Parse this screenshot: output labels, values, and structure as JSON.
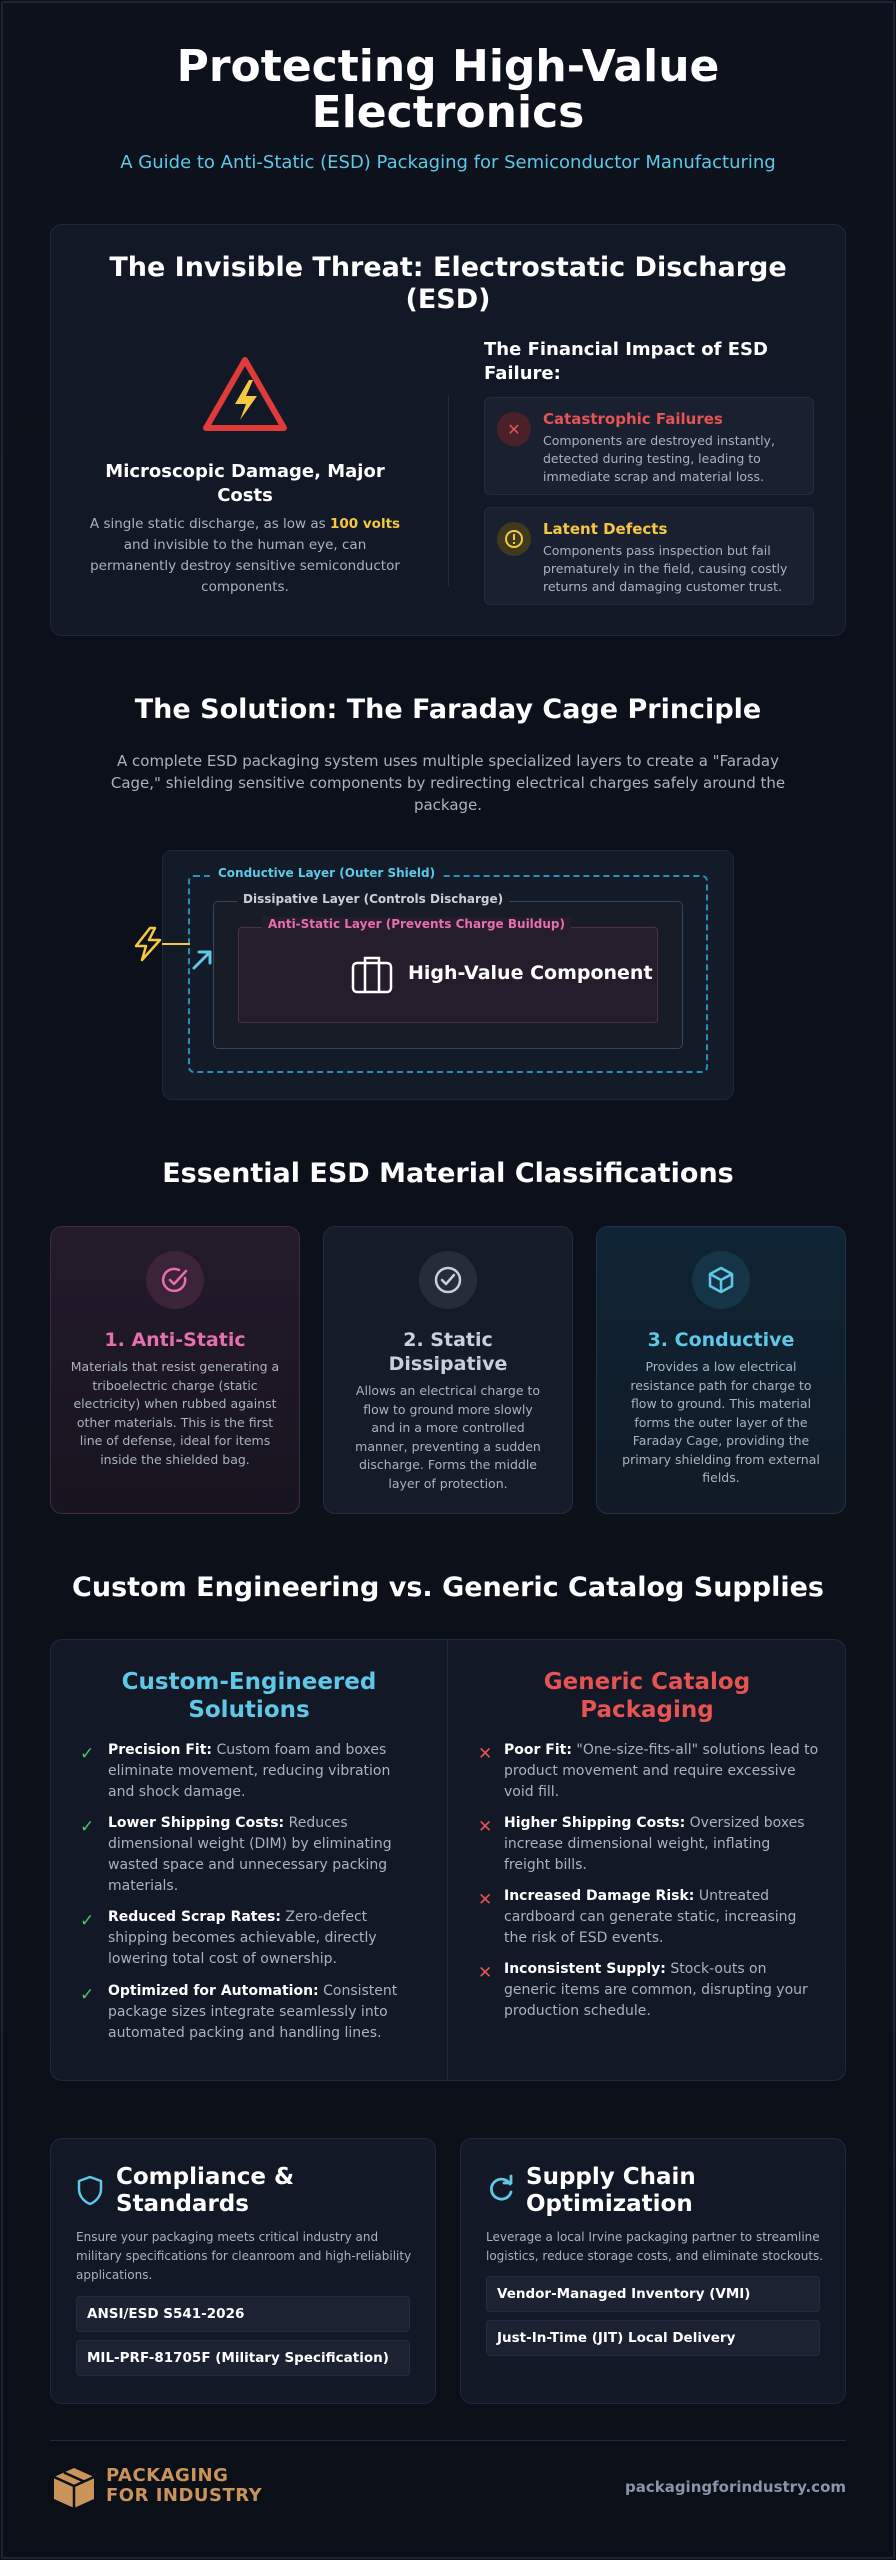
{
  "header": {
    "title_line1": "Protecting High-Value",
    "title_line2": "Electronics",
    "subtitle": "A Guide to Anti-Static (ESD) Packaging for Semiconductor Manufacturing"
  },
  "threat": {
    "title_line1": "The Invisible Threat: Electrostatic Discharge",
    "title_line2": "(ESD)",
    "micro_title_line1": "Microscopic Damage, Major",
    "micro_title_line2": "Costs",
    "micro_text_pre": "A single static discharge, as low as",
    "micro_text_highlight": "100 volts",
    "micro_text_post": "and invisible to the human eye, can permanently destroy sensitive semiconductor components.",
    "impact_title_line1": "The Financial Impact of ESD",
    "impact_title_line2": "Failure:",
    "impacts": [
      {
        "title": "Catastrophic Failures",
        "text": "Components are destroyed instantly, detected during testing, leading to immediate scrap and material loss.",
        "color": "#e55353"
      },
      {
        "title": "Latent Defects",
        "text": "Components pass inspection but fail prematurely in the field, causing costly returns and damaging customer trust.",
        "color": "#f5c842"
      }
    ]
  },
  "solution": {
    "title": "The Solution: The Faraday Cage Principle",
    "text": "A complete ESD packaging system uses multiple specialized layers to create a \"Faraday Cage,\" shielding sensitive components by redirecting electrical charges safely around the package.",
    "conductive_label": "Conductive Layer (Outer Shield)",
    "dissipative_label": "Dissipative Layer (Controls Discharge)",
    "antistatic_label": "Anti-Static Layer (Prevents Charge Buildup)",
    "component_label": "High-Value Component"
  },
  "classifications": {
    "title": "Essential ESD Material Classifications",
    "items": [
      {
        "title": "1. Anti-Static",
        "text": "Materials that resist generating a triboelectric charge (static electricity) when rubbed against other materials. This is the first line of defense, ideal for items inside the shielded bag.",
        "color": "#e66fae"
      },
      {
        "title_line1": "2. Static",
        "title_line2": "Dissipative",
        "text": "Allows an electrical charge to flow to ground more slowly and in a more controlled manner, preventing a sudden discharge. Forms the middle layer of protection.",
        "color": "#c9cfdb"
      },
      {
        "title": "3. Conductive",
        "text": "Provides a low electrical resistance path for charge to flow to ground. This material forms the outer layer of the Faraday Cage, providing the primary shielding from external fields.",
        "color": "#5ec8e6"
      }
    ]
  },
  "comparison": {
    "title": "Custom Engineering vs. Generic Catalog Supplies",
    "custom": {
      "title_line1": "Custom-Engineered",
      "title_line2": "Solutions",
      "color": "#5ec8e6",
      "items": [
        {
          "bold": "Precision Fit:",
          "text": "Custom foam and boxes eliminate movement, reducing vibration and shock damage."
        },
        {
          "bold": "Lower Shipping Costs:",
          "text": "Reduces dimensional weight (DIM) by eliminating wasted space and unnecessary packing materials."
        },
        {
          "bold": "Reduced Scrap Rates:",
          "text": "Zero-defect shipping becomes achievable, directly lowering total cost of ownership."
        },
        {
          "bold": "Optimized for Automation:",
          "text": "Consistent package sizes integrate seamlessly into automated packing and handling lines."
        }
      ]
    },
    "generic": {
      "title_line1": "Generic Catalog",
      "title_line2": "Packaging",
      "color": "#e55353",
      "items": [
        {
          "bold": "Poor Fit:",
          "text": "\"One-size-fits-all\" solutions lead to product movement and require excessive void fill."
        },
        {
          "bold": "Higher Shipping Costs:",
          "text": "Oversized boxes increase dimensional weight, inflating freight bills."
        },
        {
          "bold": "Increased Damage Risk:",
          "text": "Untreated cardboard can generate static, increasing the risk of ESD events."
        },
        {
          "bold": "Inconsistent Supply:",
          "text": "Stock-outs on generic items are common, disrupting your production schedule."
        }
      ]
    }
  },
  "compliance": {
    "title_line1": "Compliance &",
    "title_line2": "Standards",
    "text": "Ensure your packaging meets critical industry and military specifications for cleanroom and high-reliability applications.",
    "pills": [
      "ANSI/ESD S541-2026",
      "MIL-PRF-81705F (Military Specification)"
    ]
  },
  "supply": {
    "title_line1": "Supply Chain",
    "title_line2": "Optimization",
    "text": "Leverage a local Irvine packaging partner to streamline logistics, reduce storage costs, and eliminate stockouts.",
    "pills": [
      "Vendor-Managed Inventory (VMI)",
      "Just-In-Time (JIT) Local Delivery"
    ]
  },
  "footer": {
    "logo_line1": "PACKAGING",
    "logo_line2": "FOR INDUSTRY",
    "url": "packagingforindustry.com"
  }
}
